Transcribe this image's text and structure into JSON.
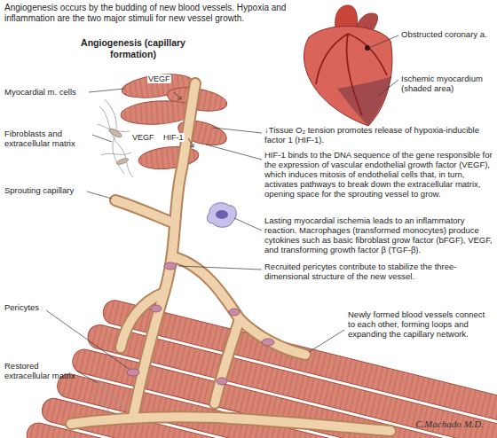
{
  "diagram": {
    "title": "Angiogenesis (capillary formation)",
    "labels": [
      "Angiogenesis occurs by the budding of new blood vessels. Hypoxia and inflammation are the two major stimuli for new vessel growth.",
      "Obstructed coronary a.",
      "Ischemic myocardium (shaded area)",
      "Myocardial m. cells",
      "VEGF",
      "VEGF",
      "HIF-1",
      "Fibroblasts and extracellular matrix",
      "↓Tissue O₂ tension promotes release of hypoxia-inducible factor 1 (HIF-1).",
      "HIF-1 binds to the DNA sequence of the gene responsible for the expression of vascular endothelial growth factor (VEGF), which induces mitosis of endothelial cells that, in turn, activates pathways to break down the extracellular matrix, opening space for the sprouting vessel to grow.",
      "Sprouting capillary",
      "Lasting myocardial ischemia leads to an inflammatory reaction. Macrophages (transformed monocytes) produce cytokines such as basic fibroblast grow factor (bFGF), VEGF, and transforming growth factor β (TGF-β).",
      "Recruited pericytes contribute to stabilize the three-dimensional structure of the new vessel.",
      "Pericytes",
      "Newly formed blood vessels connect to each other, forming loops and expanding the capillary network.",
      "Restored extracellular matrix",
      "C.Machado M.D."
    ]
  }
}
